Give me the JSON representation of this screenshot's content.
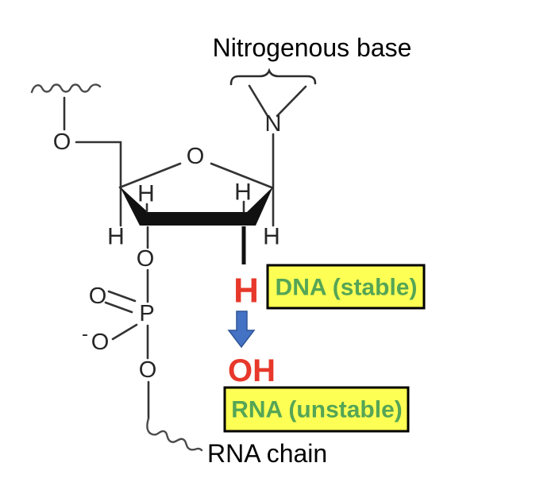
{
  "title": "Nitrogenous base",
  "chain_label": "RNA chain",
  "colors": {
    "substituent_red": "#E7382B",
    "box_text_green": "#55A556",
    "box_fill_yellow": "#FDFF54",
    "arrow_fill_blue": "#4472C4",
    "arrow_stroke_blue": "#2F5597"
  },
  "molecule": {
    "atoms": {
      "nitrogen": "N",
      "oxygen_5prime": "O",
      "oxygen_ring": "O",
      "oxygen_3prime": "O",
      "oxygen_double_bond": "O",
      "oxygen_negative": "O",
      "negative_charge": "-",
      "oxygen_bottom": "O",
      "phosphorus": "P",
      "hydrogen_ring_left": "H",
      "hydrogen_ring_right": "H",
      "hydrogen_below_left": "H",
      "hydrogen_below_right": "H"
    }
  },
  "comparison": {
    "dna_substituent": "H",
    "dna_label": "DNA (stable)",
    "rna_substituent": "OH",
    "rna_label": "RNA (unstable)"
  }
}
